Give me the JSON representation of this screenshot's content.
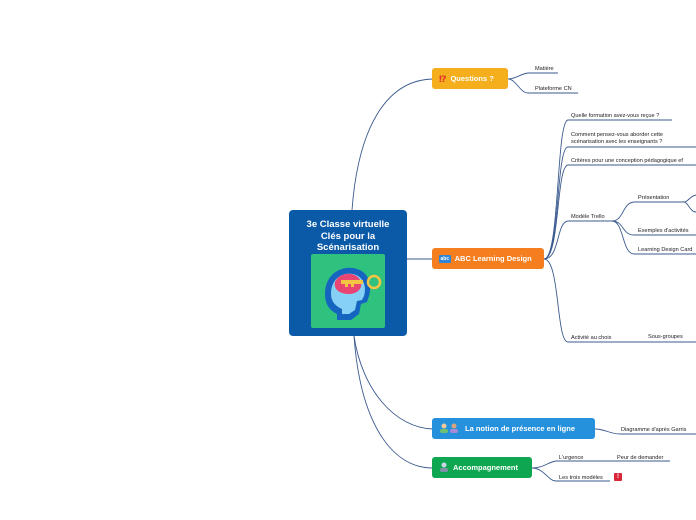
{
  "root": {
    "title": "3e Classe virtuelle\nClés pour la\nScénarisation"
  },
  "branches": {
    "questions": {
      "label": "Questions ?",
      "color": "#f5ae1c",
      "icon": "interrobang-icon"
    },
    "abc": {
      "label": "ABC Learning Design",
      "color": "#f57e1f",
      "badge": "abc",
      "icon": "abc-badge-icon"
    },
    "presence": {
      "label": "La notion de présence en ligne",
      "color": "#2591dd",
      "icon": "two-people-icon"
    },
    "accompagnement": {
      "label": "Accompagnement",
      "color": "#0ea651",
      "icon": "person-icon"
    }
  },
  "topics": {
    "matiere": "Matière",
    "plateforme": "Plateforme CN",
    "formation": "Quelle formation avez-vous reçue ?",
    "comment": "Comment pensez-vous aborder cette\nscénarisation avec les enseignants ?",
    "criteres": "Critères pour une conception pédagogique ef",
    "modele_trello": "Modèle Trello",
    "presentation": "Présentation",
    "exemples": "Exemples d'activités",
    "cards": "Learning Design Card",
    "activite": "Activité au choix",
    "sous_groupes": "Sous-groupes",
    "diagramme": "Diagramme d'après Garris",
    "urgence": "L'urgence",
    "peur": "Peur de demander",
    "modeles": "Les trois modèles"
  },
  "icons": {
    "warning": "warning-icon",
    "warning_glyph": "!"
  },
  "colors": {
    "connector": "#3b5a8f",
    "root": "#0b5aa8"
  }
}
